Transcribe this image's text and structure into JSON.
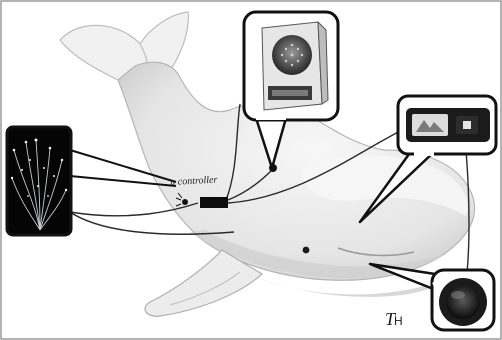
{
  "labels": {
    "controller": "u controller",
    "mark_main": "T",
    "mark_sub": "H"
  },
  "icons": [
    "whale-plush-toy",
    "fiber-optic-light",
    "speaker-box",
    "display-panel",
    "pressure-sensor",
    "microcontroller"
  ],
  "colors": {
    "background": "#ffffff",
    "plush": "#e9e9e9",
    "plush_shadow": "#bfbfbf",
    "frame": "#111111",
    "wire": "#2a2a2a",
    "fiber_bg": "#050505",
    "fiber_light": "#e8eef2"
  }
}
